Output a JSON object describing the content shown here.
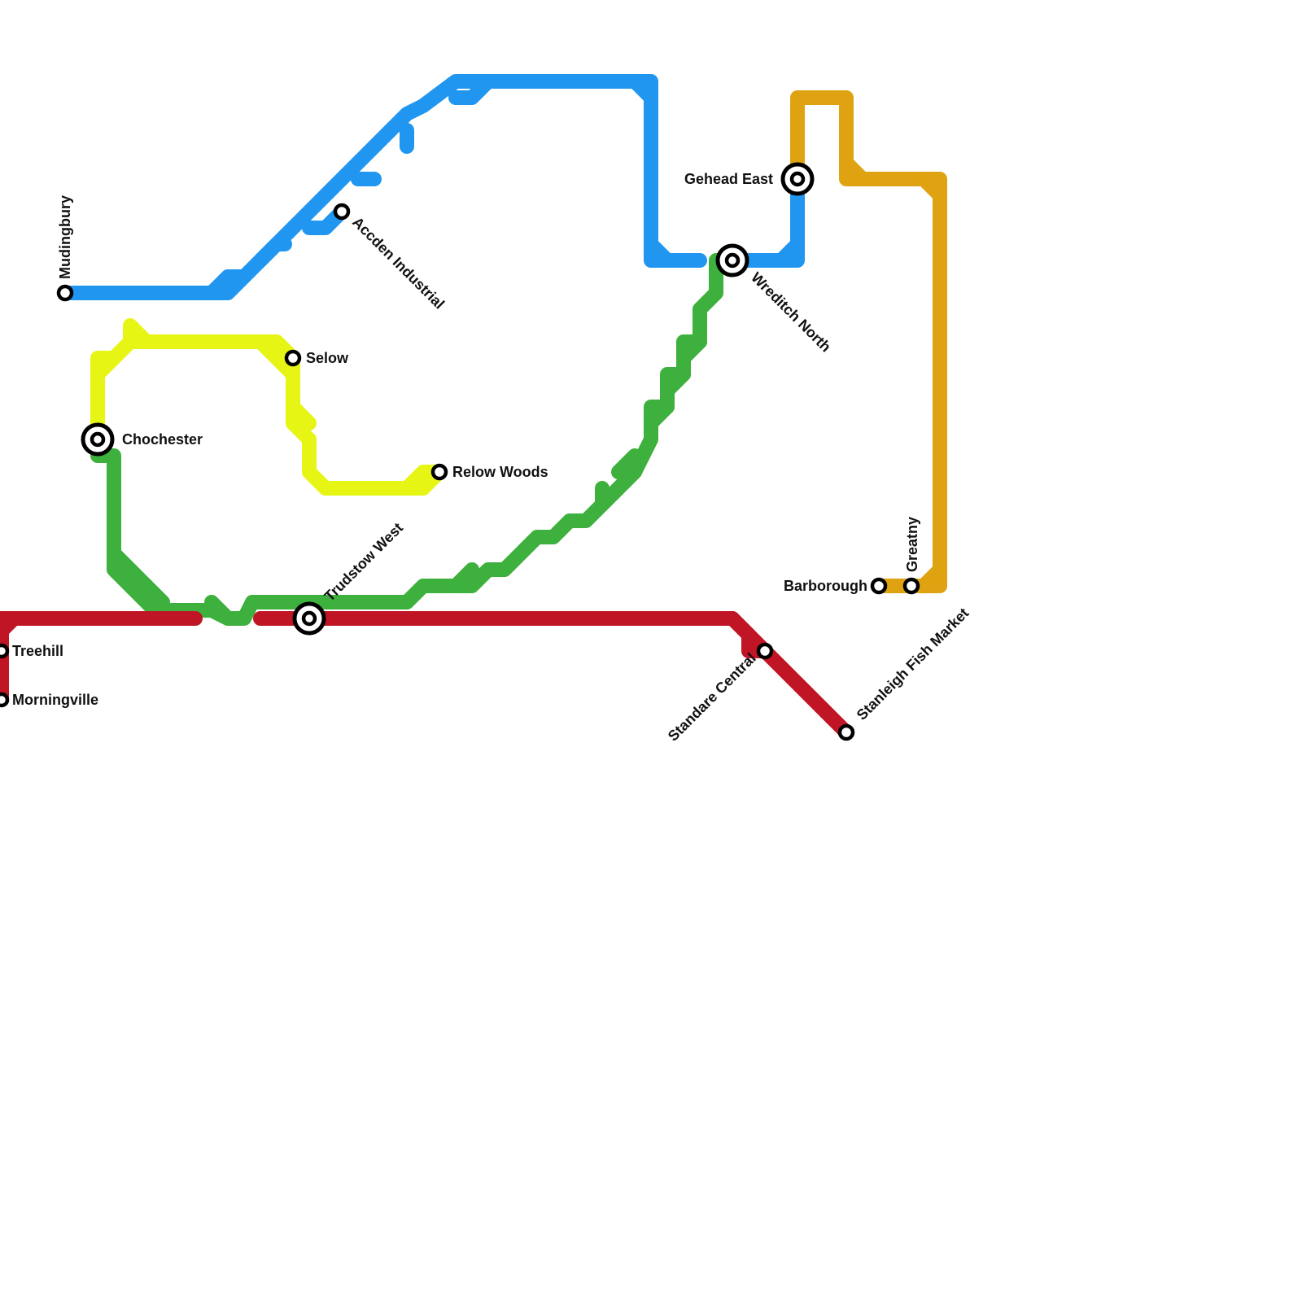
{
  "map": {
    "colors": {
      "red": "#c01524",
      "green": "#3db03d",
      "blue": "#2196f0",
      "yellow": "#e6f514",
      "orange": "#dfa311"
    },
    "stations": [
      {
        "id": "mudingbury",
        "label": "Mudingbury",
        "interchange": false
      },
      {
        "id": "accden-industrial",
        "label": "Accden Industrial",
        "interchange": false
      },
      {
        "id": "selow",
        "label": "Selow",
        "interchange": false
      },
      {
        "id": "chochester",
        "label": "Chochester",
        "interchange": true
      },
      {
        "id": "relow-woods",
        "label": "Relow Woods",
        "interchange": false
      },
      {
        "id": "trudstow-west",
        "label": "Trudstow West",
        "interchange": true
      },
      {
        "id": "gehead-east",
        "label": "Gehead East",
        "interchange": true
      },
      {
        "id": "wreditch-north",
        "label": "Wreditch North",
        "interchange": true
      },
      {
        "id": "barborough",
        "label": "Barborough",
        "interchange": false
      },
      {
        "id": "greatny",
        "label": "Greatny",
        "interchange": false
      },
      {
        "id": "treehill",
        "label": "Treehill",
        "interchange": false
      },
      {
        "id": "morningville",
        "label": "Morningville",
        "interchange": false
      },
      {
        "id": "standare-central",
        "label": "Standare Central",
        "interchange": false
      },
      {
        "id": "stanleigh-fish-market",
        "label": "Stanleigh Fish Market",
        "interchange": false
      }
    ]
  }
}
